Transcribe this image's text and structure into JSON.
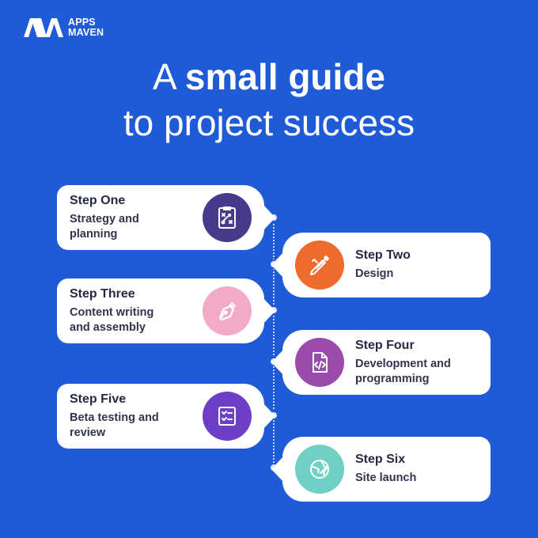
{
  "brand": {
    "line1": "APPS",
    "line2": "MAVEN"
  },
  "title": {
    "line1_prefix": "A ",
    "line1_bold": "small guide",
    "line2": "to project success"
  },
  "steps": [
    {
      "name": "Step One",
      "desc1": "Strategy and",
      "desc2": "planning",
      "icon": "strategy-board-icon",
      "color": "#453a8c"
    },
    {
      "name": "Step Two",
      "desc1": "Design",
      "desc2": "",
      "icon": "pencil-brush-icon",
      "color": "#ef6b2d"
    },
    {
      "name": "Step Three",
      "desc1": "Content writing",
      "desc2": "and assembly",
      "icon": "fountain-pen-icon",
      "color": "#f3a9c8"
    },
    {
      "name": "Step Four",
      "desc1": "Development and",
      "desc2": "programming",
      "icon": "code-file-icon",
      "color": "#9a4cab"
    },
    {
      "name": "Step Five",
      "desc1": "Beta testing and",
      "desc2": "review",
      "icon": "checklist-icon",
      "color": "#6c3fc6"
    },
    {
      "name": "Step Six",
      "desc1": "Site launch",
      "desc2": "",
      "icon": "globe-rocket-icon",
      "color": "#6fd0c3"
    }
  ]
}
